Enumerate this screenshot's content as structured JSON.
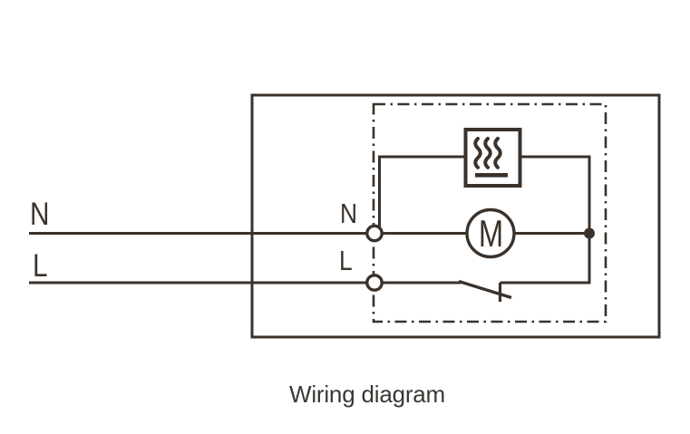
{
  "diagram": {
    "caption": "Wiring diagram",
    "supply": {
      "neutral_label": "N",
      "live_label": "L"
    },
    "terminals": {
      "neutral_label": "N",
      "live_label": "L"
    },
    "components": {
      "motor_label": "M",
      "heater_icon": "heating-element-icon",
      "motor_icon": "motor-icon",
      "switch_icon": "open-switch-icon"
    },
    "colors": {
      "line": "#3a322b",
      "caption": "#3c3733",
      "background": "#ffffff"
    }
  }
}
